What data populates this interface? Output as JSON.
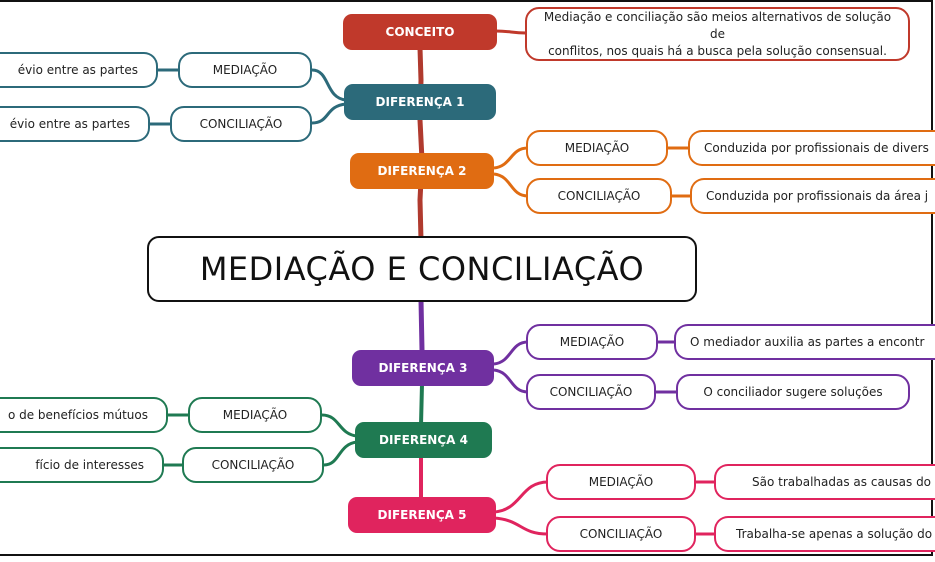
{
  "colors": {
    "conceito": "#c0392b",
    "diferenca_1": "#2c6a7a",
    "diferenca_2": "#e06c12",
    "diferenca_3": "#7030a0",
    "diferenca_4": "#1f7a52",
    "diferenca_5": "#e0245e",
    "spine_top": "#b03a2e",
    "spine_bottom": "#7030a0"
  },
  "central": {
    "title": "MEDIAÇÃO E CONCILIAÇÃO"
  },
  "conceito": {
    "label": "CONCEITO",
    "text_line1": "Mediação e conciliação são meios alternativos de solução de",
    "text_line2": "conflitos, nos quais há a busca pela solução consensual."
  },
  "diferenca_1": {
    "label": "DIFERENÇA 1",
    "mediacao": {
      "label": "MEDIAÇÃO",
      "text": "évio entre as partes"
    },
    "conciliacao": {
      "label": "CONCILIAÇÃO",
      "text": "évio entre as partes"
    }
  },
  "diferenca_2": {
    "label": "DIFERENÇA 2",
    "mediacao": {
      "label": "MEDIAÇÃO",
      "text": "Conduzida por profissionais de divers"
    },
    "conciliacao": {
      "label": "CONCILIAÇÃO",
      "text": "Conduzida por profissionais da área j"
    }
  },
  "diferenca_3": {
    "label": "DIFERENÇA 3",
    "mediacao": {
      "label": "MEDIAÇÃO",
      "text": "O mediador auxilia as partes a encontr"
    },
    "conciliacao": {
      "label": "CONCILIAÇÃO",
      "text": "O conciliador sugere soluções"
    }
  },
  "diferenca_4": {
    "label": "DIFERENÇA 4",
    "mediacao": {
      "label": "MEDIAÇÃO",
      "text": "o de benefícios mútuos"
    },
    "conciliacao": {
      "label": "CONCILIAÇÃO",
      "text": "fício de interesses"
    }
  },
  "diferenca_5": {
    "label": "DIFERENÇA 5",
    "mediacao": {
      "label": "MEDIAÇÃO",
      "text": "São trabalhadas as causas do"
    },
    "conciliacao": {
      "label": "CONCILIAÇÃO",
      "text": "Trabalha-se apenas a solução do"
    }
  }
}
